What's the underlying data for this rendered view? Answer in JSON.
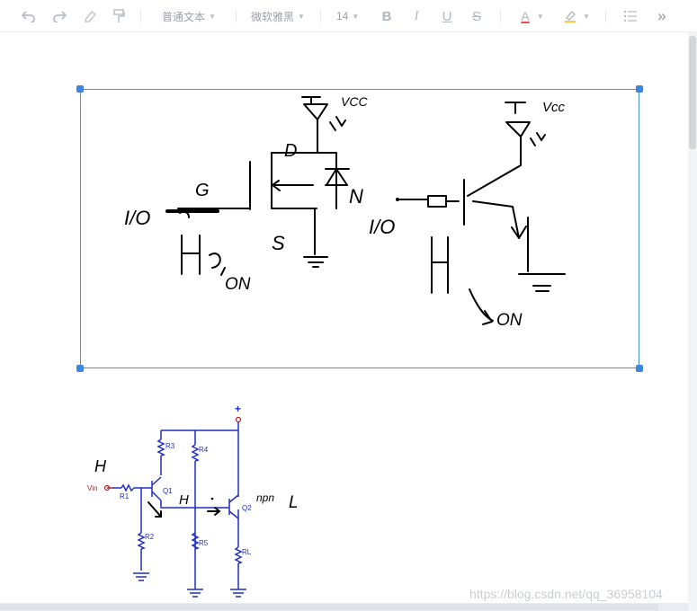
{
  "toolbar": {
    "paragraph_style": "普通文本",
    "font_family": "微软雅黑",
    "font_size": "14",
    "bold": "B",
    "italic": "I",
    "underline": "U",
    "strike": "S",
    "font_color": "A",
    "more": "»",
    "icons": [
      "undo-icon",
      "redo-icon",
      "eraser-icon",
      "format-painter-icon",
      "font-color-icon",
      "highlight-icon",
      "list-icon",
      "more-icon"
    ]
  },
  "sketch": {
    "vcc_left": "VCC",
    "vcc_right": "Vcc",
    "d_label": "D",
    "g_label": "G",
    "s_label": "S",
    "n_label": "N",
    "io_left": "I/O",
    "io_right": "I/O",
    "h_left": "H",
    "on_left": "ON",
    "h_right": "H",
    "on_right": "ON"
  },
  "circuit": {
    "r3": "R3",
    "r4": "R4",
    "r1": "R1",
    "r2": "R2",
    "r5": "R5",
    "rl": "RL",
    "q1": "Q1",
    "q2": "Q2",
    "vin": "Vin",
    "plus": "+",
    "h_left": "H",
    "h_mid": "H",
    "npn": "npn",
    "l_label": "L"
  },
  "watermark": "https://blog.csdn.net/qq_36958104",
  "colors": {
    "selection": "#4a8fe0",
    "circuit_wire": "#1f2fbf",
    "input_red": "#b0202a",
    "ink": "#000000"
  }
}
